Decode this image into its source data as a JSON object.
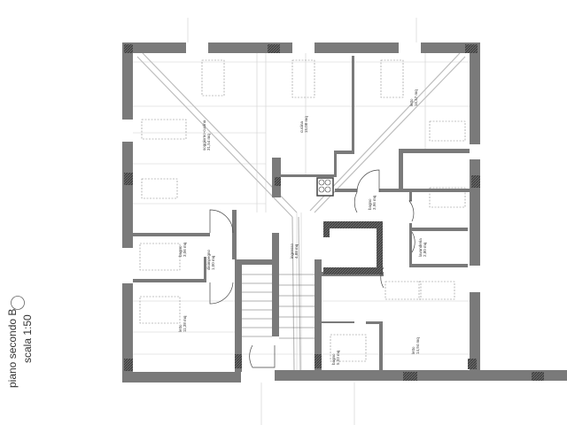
{
  "caption": {
    "title": "piano secondo B",
    "scale": "scala 1:50"
  },
  "rooms": [
    {
      "name": "soggiorno-cucina",
      "area": "31,54 mq"
    },
    {
      "name": "cucina",
      "area": "15,08 mq"
    },
    {
      "name": "letto",
      "area": "16,47 mq"
    },
    {
      "name": "bagno",
      "area": "3,06 mq"
    },
    {
      "name": "disimpegno",
      "area": "1,00 mq"
    },
    {
      "name": "letto",
      "area": "11,38 mq"
    },
    {
      "name": "ingresso",
      "area": "4,88 mq"
    },
    {
      "name": "bagno",
      "area": "3,96 mq"
    },
    {
      "name": "bagno",
      "area": "5,33 mq"
    },
    {
      "name": "lavanderia",
      "area": "2,80 mq"
    },
    {
      "name": "letto",
      "area": "14,94 mq"
    }
  ],
  "colors": {
    "wall": "#7a7a7a",
    "line": "#9a9a9a",
    "hatch": "#555555"
  }
}
